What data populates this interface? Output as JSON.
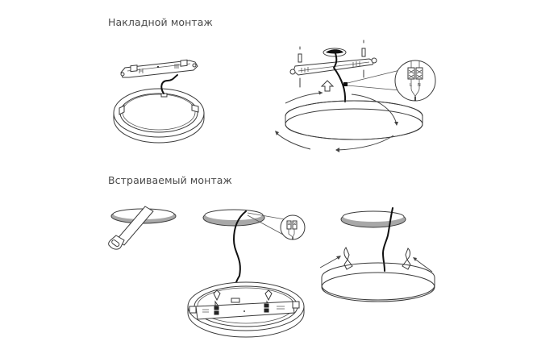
{
  "sections": [
    {
      "id": "surface",
      "title": "Накладной монтаж",
      "steps": [
        {
          "name": "mounting-bracket-and-ring",
          "description": "Mounting bracket above open ring with connector cable"
        },
        {
          "name": "attach-and-rotate",
          "description": "Bracket screwed to ceiling, panel lifted (up arrow) and rotated into place; wire terminal block detail L / N"
        }
      ]
    },
    {
      "id": "recessed",
      "title": "Встраиваемый монтаж",
      "steps": [
        {
          "name": "measure-cutout",
          "description": "Ceiling cutout with measuring tape"
        },
        {
          "name": "connect-wiring",
          "description": "Cable from cutout connected to driver inside ring; terminal block detail"
        },
        {
          "name": "insert-with-springs",
          "description": "Panel with spring clips pushed up into cutout"
        }
      ]
    }
  ],
  "terminal_labels": [
    "L",
    "N"
  ],
  "colors": {
    "line": "#3a3a3a",
    "cable": "#111111",
    "cutout_shadow": "#a8a8a8",
    "title_text": "#4a4a4a",
    "background": "#ffffff"
  }
}
